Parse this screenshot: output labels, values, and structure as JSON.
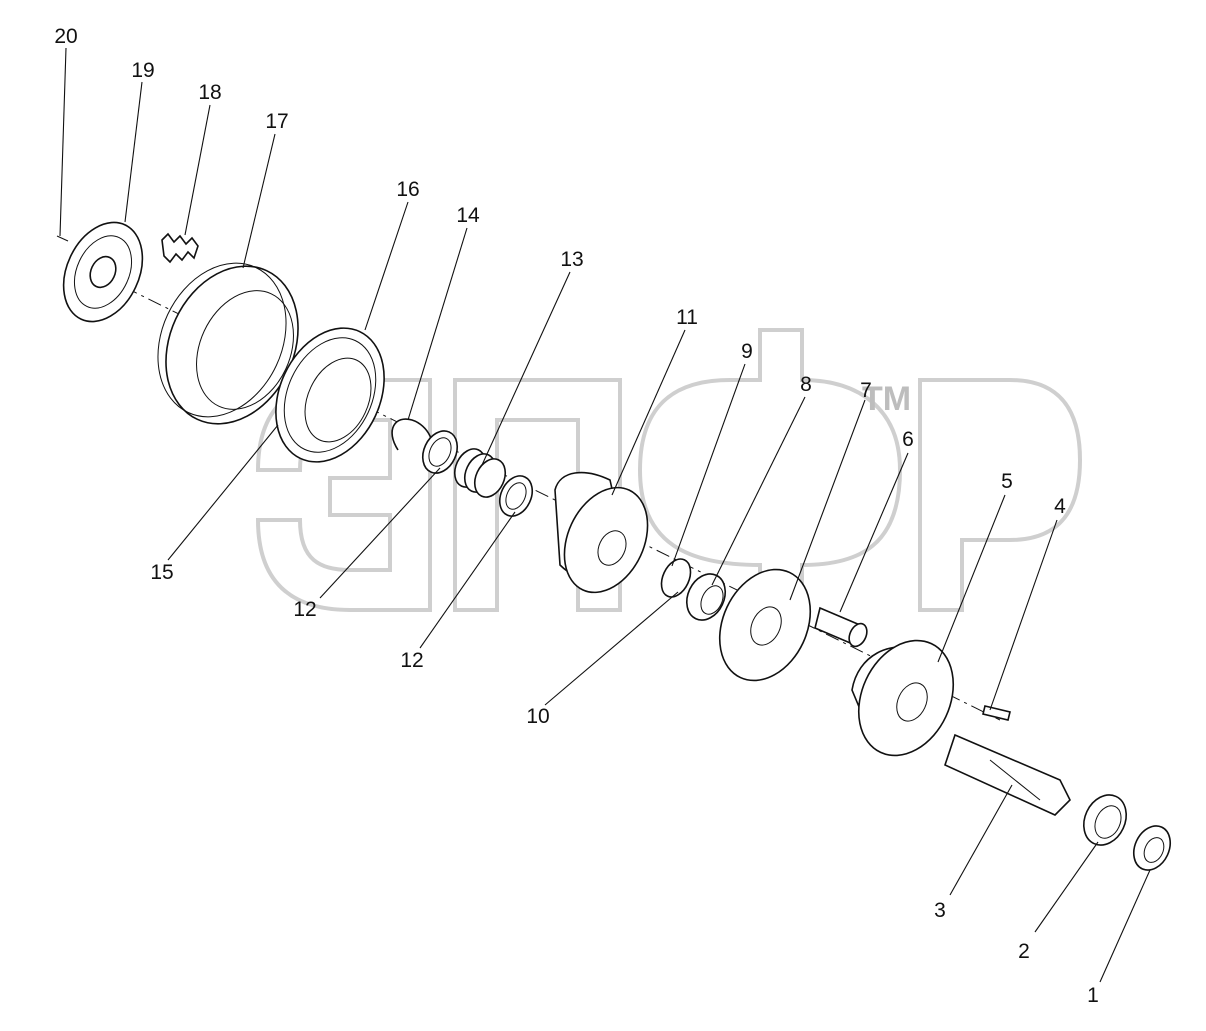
{
  "watermark": {
    "trademark": "TM"
  },
  "callouts": [
    {
      "label": "1"
    },
    {
      "label": "2"
    },
    {
      "label": "3"
    },
    {
      "label": "4"
    },
    {
      "label": "5"
    },
    {
      "label": "6"
    },
    {
      "label": "7"
    },
    {
      "label": "8"
    },
    {
      "label": "9"
    },
    {
      "label": "10"
    },
    {
      "label": "11"
    },
    {
      "label": "12"
    },
    {
      "label": "12"
    },
    {
      "label": "13"
    },
    {
      "label": "14"
    },
    {
      "label": "15"
    },
    {
      "label": "16"
    },
    {
      "label": "17"
    },
    {
      "label": "18"
    },
    {
      "label": "19"
    },
    {
      "label": "20"
    }
  ]
}
